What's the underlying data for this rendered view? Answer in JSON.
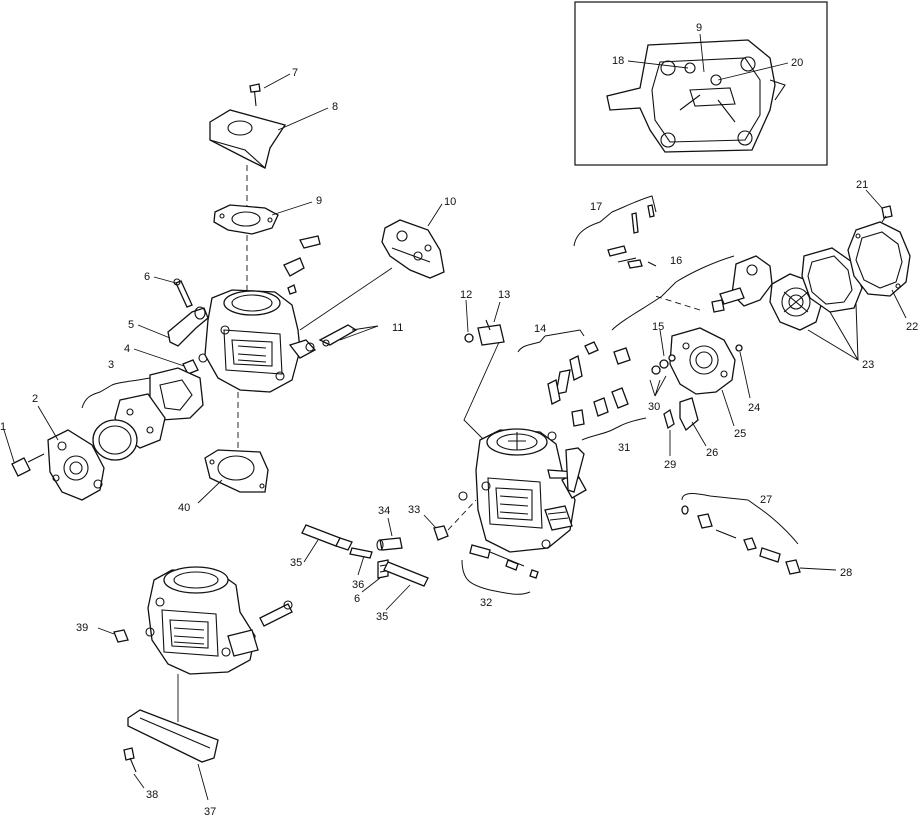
{
  "diagram": {
    "callouts": {
      "c1": "1",
      "c2": "2",
      "c3": "3",
      "c4": "4",
      "c5": "5",
      "c6a": "6",
      "c6b": "6",
      "c7": "7",
      "c8": "8",
      "c9a": "9",
      "c9b": "9",
      "c10": "10",
      "c11": "11",
      "c12": "12",
      "c13": "13",
      "c14": "14",
      "c15": "15",
      "c16": "16",
      "c17": "17",
      "c18": "18",
      "c20": "20",
      "c21": "21",
      "c22": "22",
      "c23": "23",
      "c24": "24",
      "c25": "25",
      "c26": "26",
      "c27": "27",
      "c28": "28",
      "c29": "29",
      "c30": "30",
      "c31": "31",
      "c32": "32",
      "c33": "33",
      "c34": "34",
      "c35a": "35",
      "c35b": "35",
      "c36": "36",
      "c37": "37",
      "c38": "38",
      "c39": "39",
      "c40": "40"
    }
  }
}
